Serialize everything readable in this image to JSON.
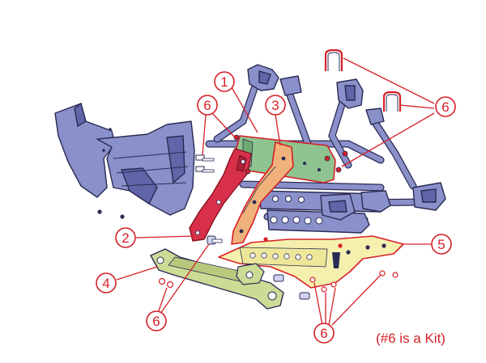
{
  "diagram": {
    "callouts": [
      {
        "id": "c1",
        "label": "1"
      },
      {
        "id": "c2",
        "label": "2"
      },
      {
        "id": "c3",
        "label": "3"
      },
      {
        "id": "c4",
        "label": "4"
      },
      {
        "id": "c5",
        "label": "5"
      },
      {
        "id": "c6a",
        "label": "6"
      },
      {
        "id": "c6b",
        "label": "6"
      },
      {
        "id": "c6c",
        "label": "6"
      },
      {
        "id": "c6d",
        "label": "6"
      }
    ],
    "note": "(#6 is a Kit)"
  },
  "colors": {
    "frame": "#8a90c9",
    "frame_outline": "#2a2a55",
    "part_1": "#8fc38f",
    "part_2": "#d8304a",
    "part_3": "#f0b27a",
    "part_4": "#cddc95",
    "part_5": "#f6f0ae",
    "highlight": "#d62027"
  }
}
